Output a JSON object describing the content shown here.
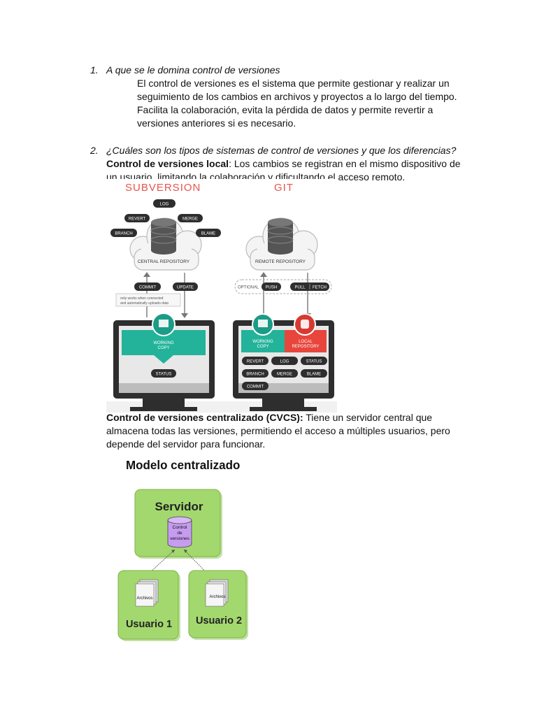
{
  "questions": [
    {
      "num": "1.",
      "title": "A que se le domina control de versiones",
      "answer_lines": [
        "El control de versiones es el sistema que permite gestionar y realizar un",
        "seguimiento de los cambios en archivos y proyectos a lo largo del tiempo.",
        "Facilita la colaboración, evita la pérdida de datos y permite revertir a",
        "versiones anteriores si es necesario."
      ]
    },
    {
      "num": "2.",
      "title": "¿Cuáles son los tipos de sistemas de control de versiones y que los diferencias?"
    }
  ],
  "local": {
    "term": "Control de versiones local",
    "line1": ": Los cambios se registran en el mismo dispositivo de",
    "line2": "un usuario, limitando la colaboración y dificultando el acceso remoto."
  },
  "centralized": {
    "term": "Control de versiones centralizado (CVCS):",
    "line1": " Tiene un servidor central que",
    "line2": "almacena todas las versiones, permitiendo el acceso a múltiples usuarios, pero",
    "line3": "depende del servidor para funcionar."
  },
  "svn_git_figure": {
    "svn_title": "SUBVERSION",
    "git_title": "GIT",
    "svn_pills": [
      "LOG",
      "REVERT",
      "MERGE",
      "BRANCH",
      "BLAME"
    ],
    "central_repo": "CENTRAL REPOSITORY",
    "remote_repo": "REMOTE REPOSITORY",
    "commit": "COMMIT",
    "update": "UPDATE",
    "optional": "OPTIONAL",
    "push": "PUSH",
    "pull": "PULL",
    "fetch": "FETCH",
    "note_line1": "only works when connected",
    "note_line2": "and automatically uploads data",
    "working_copy_l1": "WORKING",
    "working_copy_l2": "COPY",
    "local_repo_l1": "LOCAL",
    "local_repo_l2": "REPOSITORY",
    "status": "STATUS",
    "git_pills": [
      "REVERT",
      "LOG",
      "STATUS",
      "BRANCH",
      "MERGE",
      "BLAME",
      "COMMIT"
    ],
    "colors": {
      "svn_title": "#e8534a",
      "git_title": "#e8534a",
      "teal": "#23b39a",
      "red": "#e8453c",
      "pill": "#2e2e2e"
    }
  },
  "centralized_figure": {
    "title": "Modelo centralizado",
    "server": "Servidor",
    "db_l1": "Control",
    "db_l2": "de",
    "db_l3": "versiones",
    "files": "Archivos",
    "user1": "Usuario 1",
    "user2": "Usuario 2",
    "colors": {
      "box": "#a3d86e",
      "db": "#c69cf0"
    }
  }
}
